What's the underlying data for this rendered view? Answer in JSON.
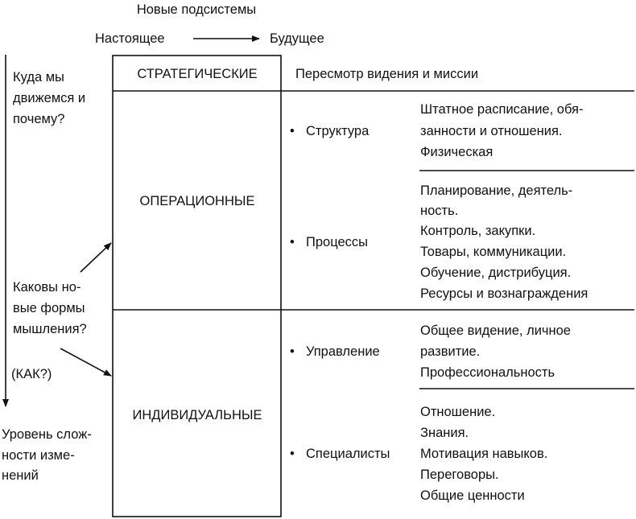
{
  "header": {
    "title": "Новые подсистемы",
    "present": "Настоящее",
    "future": "Будущее"
  },
  "left_notes": {
    "where": [
      "Куда мы",
      "движемся и",
      "почему?"
    ],
    "thinking": [
      "Каковы но-",
      "вые формы",
      "мышления?"
    ],
    "how": "(КАК?)",
    "complexity": [
      "Уровень слож-",
      "ности изме-",
      "нений"
    ]
  },
  "subsystems": {
    "strategic": "СТРАТЕГИЧЕСКИЕ",
    "operational": "ОПЕРАЦИОННЫЕ",
    "individual": "ИНДИВИДУАЛЬНЫЕ"
  },
  "strategic_detail": "Пересмотр видения и миссии",
  "bullet": "•",
  "rows": [
    {
      "label": "Структура",
      "items": [
        "Штатное расписание, обя-",
        "занности и отношения.",
        "Физическая"
      ]
    },
    {
      "label": "Процессы",
      "items": [
        "Планирование, деятель-",
        "ность.",
        "Контроль, закупки.",
        "Товары, коммуникации.",
        "Обучение, дистрибуция.",
        "Ресурсы и вознаграждения"
      ]
    },
    {
      "label": "Управление",
      "items": [
        "Общее видение, личное",
        "развитие.",
        "Профессиональность"
      ]
    },
    {
      "label": "Специалисты",
      "items": [
        "Отношение.",
        "Знания.",
        "Мотивация навыков.",
        "Переговоры.",
        "Общие ценности"
      ]
    }
  ]
}
